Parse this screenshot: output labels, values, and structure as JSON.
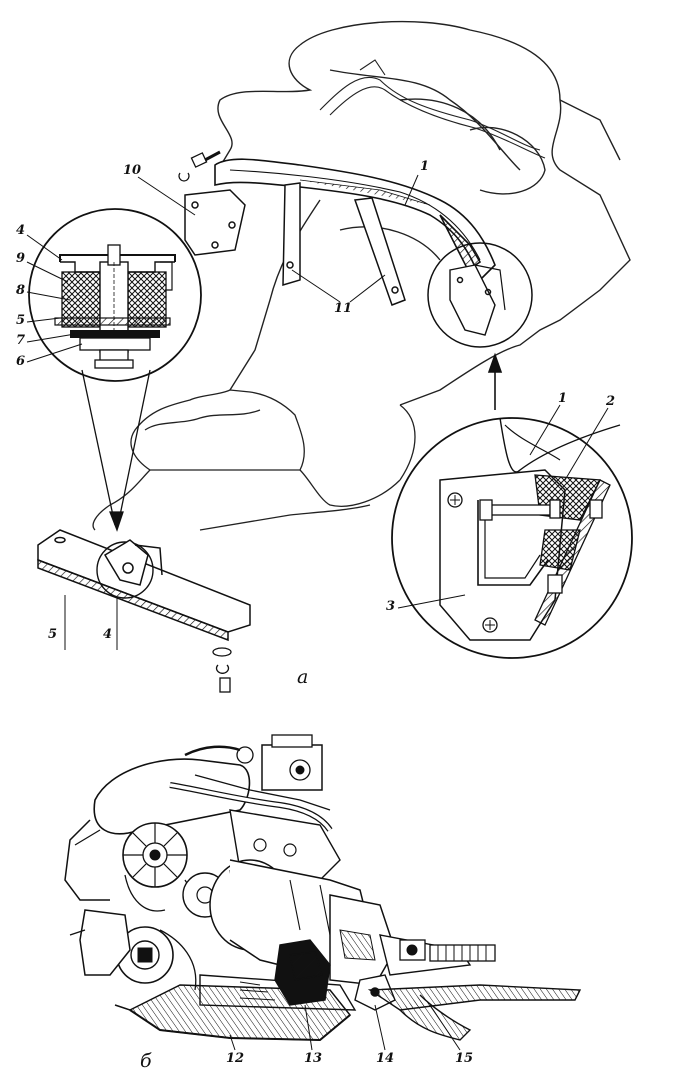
{
  "figure": {
    "caption_a": "а",
    "caption_b": "б"
  },
  "labels_a": {
    "l1_top": "1",
    "l10": "10",
    "l11": "11",
    "l4_inset": "4",
    "l9": "9",
    "l8": "8",
    "l5_inset": "5",
    "l7": "7",
    "l6": "6",
    "l1_inset": "1",
    "l2": "2",
    "l3": "3",
    "l5_bottom": "5",
    "l4_bottom": "4"
  },
  "labels_b": {
    "l12": "12",
    "l13": "13",
    "l14": "14",
    "l15": "15"
  }
}
